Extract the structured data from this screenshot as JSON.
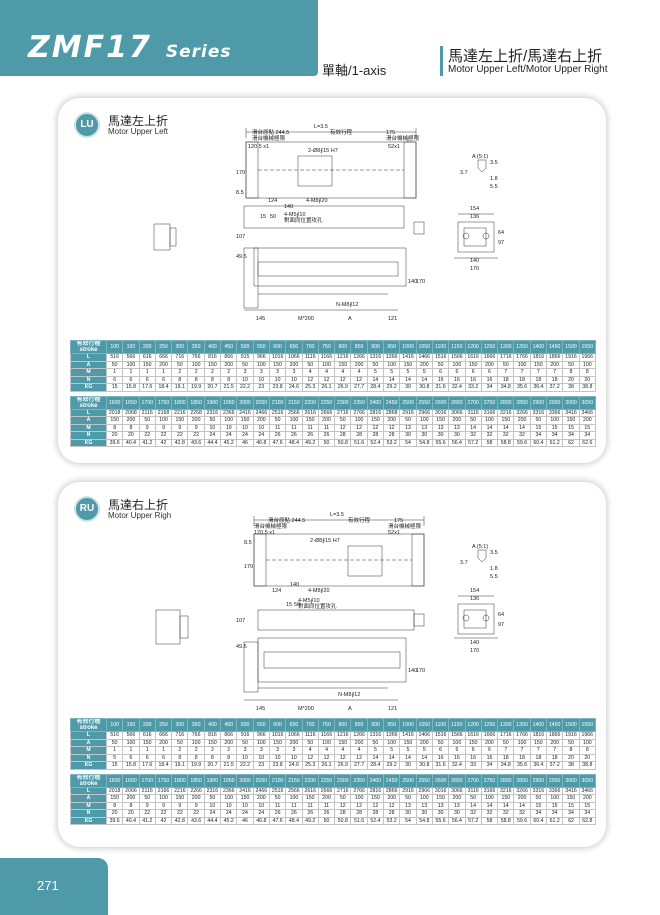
{
  "header": {
    "brand": "ZMF17",
    "series": "Series",
    "axis": "單軸/1-axis",
    "title_zh": "馬達左上折/馬達右上折",
    "title_en": "Motor Upper Left/Motor Upper Right"
  },
  "sections": [
    {
      "badge": "LU",
      "title_zh": "馬達左上折",
      "title_en": "Motor Upper Left",
      "drawing_labels": {
        "top_total": "L=3.5",
        "stroke": "有效行程",
        "slide_travel": "滑台原點 244.5",
        "slide_dim": "滑台機械極限",
        "slide_dim_r": "滑台機械極限",
        "d175": "175",
        "d1205": "120.5 x1",
        "d52": "52x1",
        "dowel": "2-Ø8∮15 H7",
        "screw4": "4-M8∮20",
        "screw_note": "4-M5∮10",
        "screw_note2": "對面同位置攻孔",
        "d140": "140",
        "d124": "124",
        "d15": "15",
        "d50": "50",
        "d170": "170",
        "d85": "8.5",
        "d107": "107",
        "d495": "49.5",
        "d140b": "140",
        "d170b": "170",
        "d145": "145",
        "m200": "M*200",
        "lbl_a": "A",
        "d121": "121",
        "n_screw": "N-M8∮12",
        "detail": "A (5:1)",
        "d35": "3.5",
        "d37": "3.7",
        "d18": "1.8",
        "d55": "5.5",
        "d154": "154",
        "d136": "136",
        "d64": "64",
        "d97": "97",
        "side_140": "140",
        "side_170": "170"
      },
      "table1": {
        "header_zh": "有效行程",
        "header_en": "stroke",
        "strokes": [
          "100",
          "150",
          "200",
          "250",
          "300",
          "350",
          "400",
          "450",
          "500",
          "550",
          "600",
          "650",
          "700",
          "750",
          "800",
          "850",
          "900",
          "950",
          "1000",
          "1050",
          "1100",
          "1150",
          "1200",
          "1250",
          "1300",
          "1350",
          "1400",
          "1450",
          "1500",
          "1550"
        ],
        "rows": [
          {
            "label": "L",
            "values": [
              "516",
              "566",
              "616",
              "666",
              "716",
              "766",
              "816",
              "866",
              "915",
              "966",
              "1016",
              "1066",
              "1116",
              "1166",
              "1216",
              "1266",
              "1316",
              "1366",
              "1416",
              "1466",
              "1516",
              "1566",
              "1616",
              "1666",
              "1716",
              "1766",
              "1816",
              "1866",
              "1916",
              "1966"
            ]
          },
          {
            "label": "A",
            "values": [
              "50",
              "100",
              "150",
              "200",
              "50",
              "100",
              "150",
              "200",
              "50",
              "100",
              "150",
              "200",
              "50",
              "100",
              "150",
              "200",
              "50",
              "100",
              "150",
              "200",
              "50",
              "100",
              "150",
              "200",
              "50",
              "100",
              "150",
              "200",
              "50",
              "100"
            ]
          },
          {
            "label": "M",
            "values": [
              "1",
              "1",
              "1",
              "1",
              "2",
              "2",
              "2",
              "2",
              "3",
              "3",
              "3",
              "3",
              "4",
              "4",
              "4",
              "4",
              "5",
              "5",
              "5",
              "5",
              "6",
              "6",
              "6",
              "6",
              "7",
              "7",
              "7",
              "7",
              "8",
              "8"
            ]
          },
          {
            "label": "N",
            "values": [
              "6",
              "6",
              "6",
              "6",
              "8",
              "8",
              "8",
              "8",
              "10",
              "10",
              "10",
              "10",
              "12",
              "12",
              "12",
              "12",
              "14",
              "14",
              "14",
              "14",
              "16",
              "16",
              "16",
              "16",
              "18",
              "18",
              "18",
              "18",
              "20",
              "20"
            ]
          },
          {
            "label": "KG",
            "values": [
              "15",
              "15.8",
              "17.6",
              "18.4",
              "19.1",
              "19.9",
              "20.7",
              "21.5",
              "22.2",
              "23",
              "23.8",
              "24.6",
              "25.3",
              "26.1",
              "26.9",
              "27.7",
              "28.4",
              "29.2",
              "30",
              "30.8",
              "31.6",
              "32.4",
              "33.2",
              "34",
              "34.8",
              "35.6",
              "36.4",
              "37.2",
              "38",
              "38.8"
            ]
          }
        ]
      },
      "table2": {
        "header_zh": "有效行程",
        "header_en": "stroke",
        "strokes": [
          "1600",
          "1650",
          "1700",
          "1750",
          "1800",
          "1850",
          "1900",
          "1950",
          "2000",
          "2050",
          "2100",
          "2150",
          "2200",
          "2250",
          "2300",
          "2350",
          "2400",
          "2450",
          "2500",
          "2550",
          "2600",
          "2650",
          "2700",
          "2750",
          "2800",
          "2850",
          "2900",
          "2950",
          "3000",
          "3050"
        ],
        "rows": [
          {
            "label": "L",
            "values": [
              "2018",
              "2068",
              "2116",
              "2168",
              "2216",
              "2268",
              "2316",
              "2366",
              "2416",
              "2466",
              "2516",
              "2566",
              "2616",
              "2666",
              "2716",
              "2766",
              "2816",
              "2868",
              "2916",
              "2966",
              "3016",
              "3066",
              "3116",
              "3166",
              "3216",
              "3266",
              "3316",
              "3366",
              "3416",
              "3466"
            ]
          },
          {
            "label": "A",
            "values": [
              "150",
              "200",
              "50",
              "100",
              "150",
              "200",
              "50",
              "100",
              "150",
              "200",
              "50",
              "100",
              "150",
              "200",
              "50",
              "100",
              "150",
              "200",
              "50",
              "100",
              "150",
              "200",
              "50",
              "100",
              "150",
              "200",
              "50",
              "100",
              "150",
              "200"
            ]
          },
          {
            "label": "M",
            "values": [
              "8",
              "8",
              "9",
              "9",
              "9",
              "9",
              "10",
              "10",
              "10",
              "10",
              "11",
              "11",
              "11",
              "11",
              "12",
              "12",
              "12",
              "12",
              "13",
              "13",
              "13",
              "13",
              "14",
              "14",
              "14",
              "14",
              "15",
              "15",
              "15",
              "15"
            ]
          },
          {
            "label": "N",
            "values": [
              "20",
              "20",
              "22",
              "22",
              "22",
              "22",
              "24",
              "24",
              "24",
              "24",
              "26",
              "26",
              "26",
              "26",
              "28",
              "28",
              "28",
              "28",
              "30",
              "30",
              "30",
              "30",
              "32",
              "32",
              "32",
              "32",
              "34",
              "34",
              "34",
              "34"
            ]
          },
          {
            "label": "KG",
            "values": [
              "39.6",
              "40.4",
              "41.2",
              "42",
              "42.8",
              "43.6",
              "44.4",
              "45.2",
              "46",
              "46.8",
              "47.6",
              "48.4",
              "49.2",
              "50",
              "50.8",
              "51.6",
              "52.4",
              "53.2",
              "54",
              "54.8",
              "55.6",
              "56.4",
              "57.2",
              "58",
              "58.8",
              "59.6",
              "60.4",
              "61.2",
              "62",
              "62.6"
            ]
          }
        ]
      }
    },
    {
      "badge": "RU",
      "title_zh": "馬達右上折",
      "title_en": "Motor Upper Righ",
      "drawing_labels": {
        "top_total": "L=3.5",
        "stroke": "有效行程",
        "slide_travel": "滑台原點 244.5",
        "slide_dim": "滑台機械極限",
        "slide_dim_r": "滑台機械極限",
        "d175": "175",
        "d1205": "120.5 x1",
        "d52": "52x1",
        "dowel": "2-Ø8∮15 H7",
        "screw4": "4-M8∮20",
        "screw_note": "4-M5∮10",
        "screw_note2": "對面同位置攻孔",
        "d140": "140",
        "d124": "124",
        "d15": "15",
        "d50": "50",
        "d170": "170",
        "d85": "8.5",
        "d107": "107",
        "d495": "49.5",
        "d140b": "140",
        "d170b": "170",
        "d145": "145",
        "m200": "M*200",
        "lbl_a": "A",
        "d121": "121",
        "n_screw": "N-M8∮12",
        "detail": "A (5:1)",
        "d35": "3.5",
        "d37": "3.7",
        "d18": "1.8",
        "d55": "5.5",
        "d154": "154",
        "d136": "136",
        "d64": "64",
        "d97": "97",
        "side_140": "140",
        "side_170": "170"
      },
      "table1": {
        "header_zh": "有效行程",
        "header_en": "stroke",
        "strokes": [
          "100",
          "150",
          "200",
          "250",
          "300",
          "350",
          "400",
          "450",
          "500",
          "550",
          "600",
          "650",
          "700",
          "750",
          "800",
          "850",
          "900",
          "950",
          "1000",
          "1050",
          "1100",
          "1150",
          "1200",
          "1250",
          "1300",
          "1350",
          "1400",
          "1450",
          "1500",
          "1550"
        ],
        "rows": [
          {
            "label": "L",
            "values": [
              "516",
              "566",
              "616",
              "666",
              "716",
              "766",
              "816",
              "866",
              "916",
              "966",
              "1016",
              "1066",
              "1116",
              "1166",
              "1216",
              "1266",
              "1316",
              "1366",
              "1416",
              "1466",
              "1516",
              "1566",
              "1616",
              "1666",
              "1716",
              "1766",
              "1816",
              "1866",
              "1916",
              "1966"
            ]
          },
          {
            "label": "A",
            "values": [
              "50",
              "100",
              "150",
              "200",
              "50",
              "100",
              "150",
              "200",
              "50",
              "100",
              "150",
              "200",
              "50",
              "100",
              "150",
              "200",
              "50",
              "100",
              "150",
              "200",
              "50",
              "100",
              "150",
              "200",
              "50",
              "100",
              "150",
              "200",
              "50",
              "100"
            ]
          },
          {
            "label": "M",
            "values": [
              "1",
              "1",
              "1",
              "1",
              "2",
              "2",
              "2",
              "2",
              "3",
              "3",
              "3",
              "3",
              "4",
              "4",
              "4",
              "4",
              "5",
              "5",
              "5",
              "5",
              "6",
              "6",
              "6",
              "6",
              "7",
              "7",
              "7",
              "7",
              "8",
              "8"
            ]
          },
          {
            "label": "N",
            "values": [
              "5",
              "6",
              "6",
              "6",
              "8",
              "8",
              "8",
              "8",
              "10",
              "10",
              "10",
              "10",
              "12",
              "12",
              "12",
              "12",
              "14",
              "14",
              "14",
              "14",
              "16",
              "16",
              "16",
              "16",
              "18",
              "18",
              "18",
              "18",
              "20",
              "20"
            ]
          },
          {
            "label": "KG",
            "values": [
              "15",
              "15.8",
              "17.6",
              "18.4",
              "19.1",
              "19.9",
              "20.7",
              "21.5",
              "22.2",
              "23",
              "23.8",
              "24.6",
              "25.3",
              "26.1",
              "26.9",
              "27.7",
              "28.4",
              "29.2",
              "30",
              "30.8",
              "31.6",
              "32.4",
              "33",
              "34",
              "34.8",
              "35.6",
              "36.4",
              "37.2",
              "38",
              "38.8"
            ]
          }
        ]
      },
      "table2": {
        "header_zh": "有效行程",
        "header_en": "stroke",
        "strokes": [
          "1600",
          "1650",
          "1700",
          "1750",
          "1800",
          "1850",
          "1900",
          "1950",
          "2000",
          "2050",
          "2100",
          "2150",
          "2200",
          "2250",
          "2300",
          "2350",
          "2400",
          "2450",
          "2500",
          "2550",
          "2600",
          "2650",
          "2700",
          "2750",
          "2800",
          "2850",
          "2900",
          "2950",
          "3000",
          "3050"
        ],
        "rows": [
          {
            "label": "L",
            "values": [
              "2018",
              "2066",
              "2116",
              "2166",
              "2216",
              "2266",
              "2316",
              "2366",
              "2416",
              "2466",
              "2516",
              "2566",
              "2616",
              "2666",
              "2716",
              "2766",
              "2816",
              "2866",
              "2916",
              "2966",
              "3016",
              "3066",
              "3116",
              "3166",
              "3216",
              "3266",
              "3316",
              "3366",
              "3416",
              "3466"
            ]
          },
          {
            "label": "A",
            "values": [
              "150",
              "200",
              "50",
              "100",
              "150",
              "200",
              "50",
              "100",
              "150",
              "200",
              "50",
              "100",
              "150",
              "200",
              "50",
              "100",
              "150",
              "200",
              "50",
              "100",
              "150",
              "200",
              "50",
              "100",
              "150",
              "200",
              "50",
              "100",
              "150",
              "200"
            ]
          },
          {
            "label": "M",
            "values": [
              "8",
              "8",
              "9",
              "9",
              "9",
              "9",
              "10",
              "10",
              "10",
              "10",
              "11",
              "11",
              "11",
              "11",
              "12",
              "12",
              "12",
              "12",
              "13",
              "13",
              "13",
              "13",
              "14",
              "14",
              "14",
              "14",
              "15",
              "15",
              "15",
              "15"
            ]
          },
          {
            "label": "N",
            "values": [
              "20",
              "20",
              "22",
              "22",
              "22",
              "22",
              "24",
              "24",
              "24",
              "24",
              "26",
              "26",
              "26",
              "26",
              "28",
              "28",
              "28",
              "28",
              "30",
              "30",
              "30",
              "30",
              "32",
              "32",
              "32",
              "32",
              "34",
              "34",
              "34",
              "34"
            ]
          },
          {
            "label": "KG",
            "values": [
              "39.6",
              "40.4",
              "41.2",
              "42",
              "42.8",
              "43.6",
              "44.4",
              "45.2",
              "46",
              "46.8",
              "47.6",
              "48.4",
              "49.2",
              "50",
              "50.8",
              "51.6",
              "52.4",
              "53.2",
              "54",
              "54.8",
              "55.6",
              "56.4",
              "57.2",
              "58",
              "58.8",
              "59.6",
              "60.4",
              "61.2",
              "62",
              "62.8"
            ]
          }
        ]
      }
    }
  ],
  "footer": {
    "page_number": "271"
  },
  "colors": {
    "accent": "#4e9aa8",
    "panel_shadow": "#d4d4d4",
    "table_border": "#c4c4c4"
  }
}
